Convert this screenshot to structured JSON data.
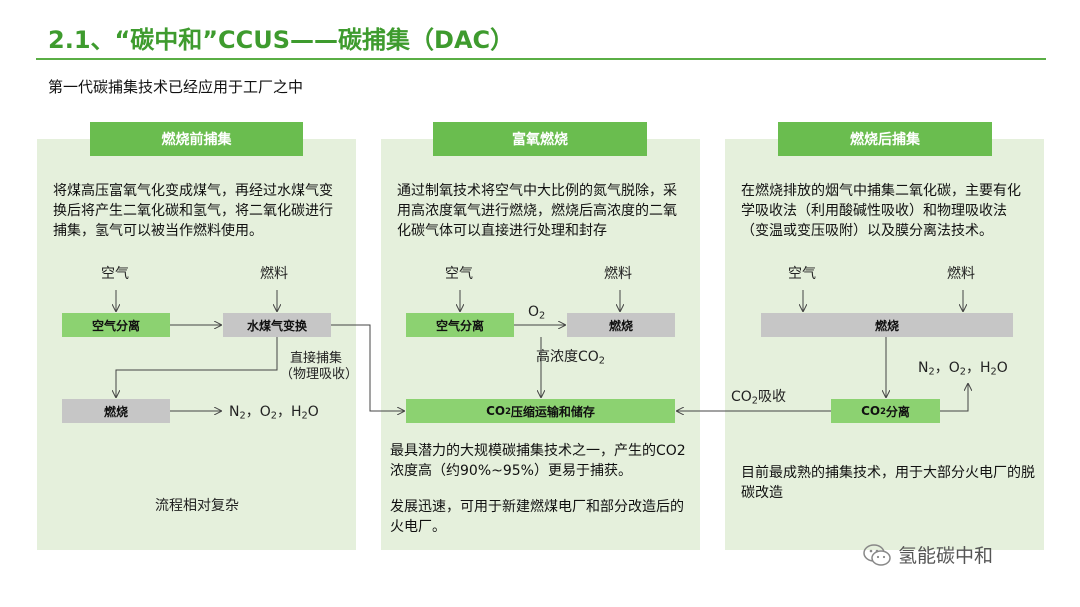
{
  "title": "2.1、“碳中和”CCUS——碳捕集（DAC）",
  "subtitle": "第一代碳捕集技术已经应用于工厂之中",
  "panels": {
    "pre": {
      "header": "燃烧前捕集",
      "desc": "将煤高压富氧气化变成煤气，再经过水煤气变换后将产生二氧化碳和氢气，将二氧化碳进行捕集，氢气可以被当作燃料使用。",
      "label_air": "空气",
      "label_fuel": "燃料",
      "box_air_sep": "空气分离",
      "box_shift": "水煤气变换",
      "label_direct_capture": "直接捕集",
      "label_physical_absorb": "（物理吸收）",
      "box_burn": "燃烧",
      "bottom": "流程相对复杂"
    },
    "oxy": {
      "header": "富氧燃烧",
      "desc": "通过制氧技术将空气中大比例的氮气脱除，采用高浓度氧气进行燃烧，燃烧后高浓度的二氧化碳气体可以直接进行处理和封存",
      "label_air": "空气",
      "label_fuel": "燃料",
      "box_air_sep": "空气分离",
      "label_o2": "O",
      "box_burn": "燃烧",
      "label_high_co2": "高浓度CO",
      "box_compress_pre": "CO",
      "box_compress_post": "压缩运输和储存",
      "bottom1": "最具潜力的大规模碳捕集技术之一，产生的CO2浓度高（约90%~95%）更易于捕获。",
      "bottom2": "发展迅速，可用于新建燃煤电厂和部分改造后的火电厂。"
    },
    "post": {
      "header": "燃烧后捕集",
      "desc": "在燃烧排放的烟气中捕集二氧化碳，主要有化学吸收法（利用酸碱性吸收）和物理吸收法（变温或变压吸附）以及膜分离法技术。",
      "label_air": "空气",
      "label_fuel": "燃料",
      "box_burn": "燃烧",
      "box_sep_pre": "CO",
      "box_sep_post": "分离",
      "label_co2_absorb_pre": "CO",
      "label_co2_absorb_post": "吸收",
      "bottom": "目前最成熟的捕集技术，用于大部分火电厂的脱碳改造"
    }
  },
  "gases": {
    "n": "N",
    "o": "O",
    "h": "H",
    "h_tail": "O",
    "sep": "，",
    "two": "2"
  },
  "watermark": "氢能碳中和",
  "colors": {
    "title": "#3e9b2e",
    "header": "#6abd4f",
    "panel": "#e5f0dc",
    "green_box": "#8cd271",
    "gray_box": "#c6c6c6"
  }
}
